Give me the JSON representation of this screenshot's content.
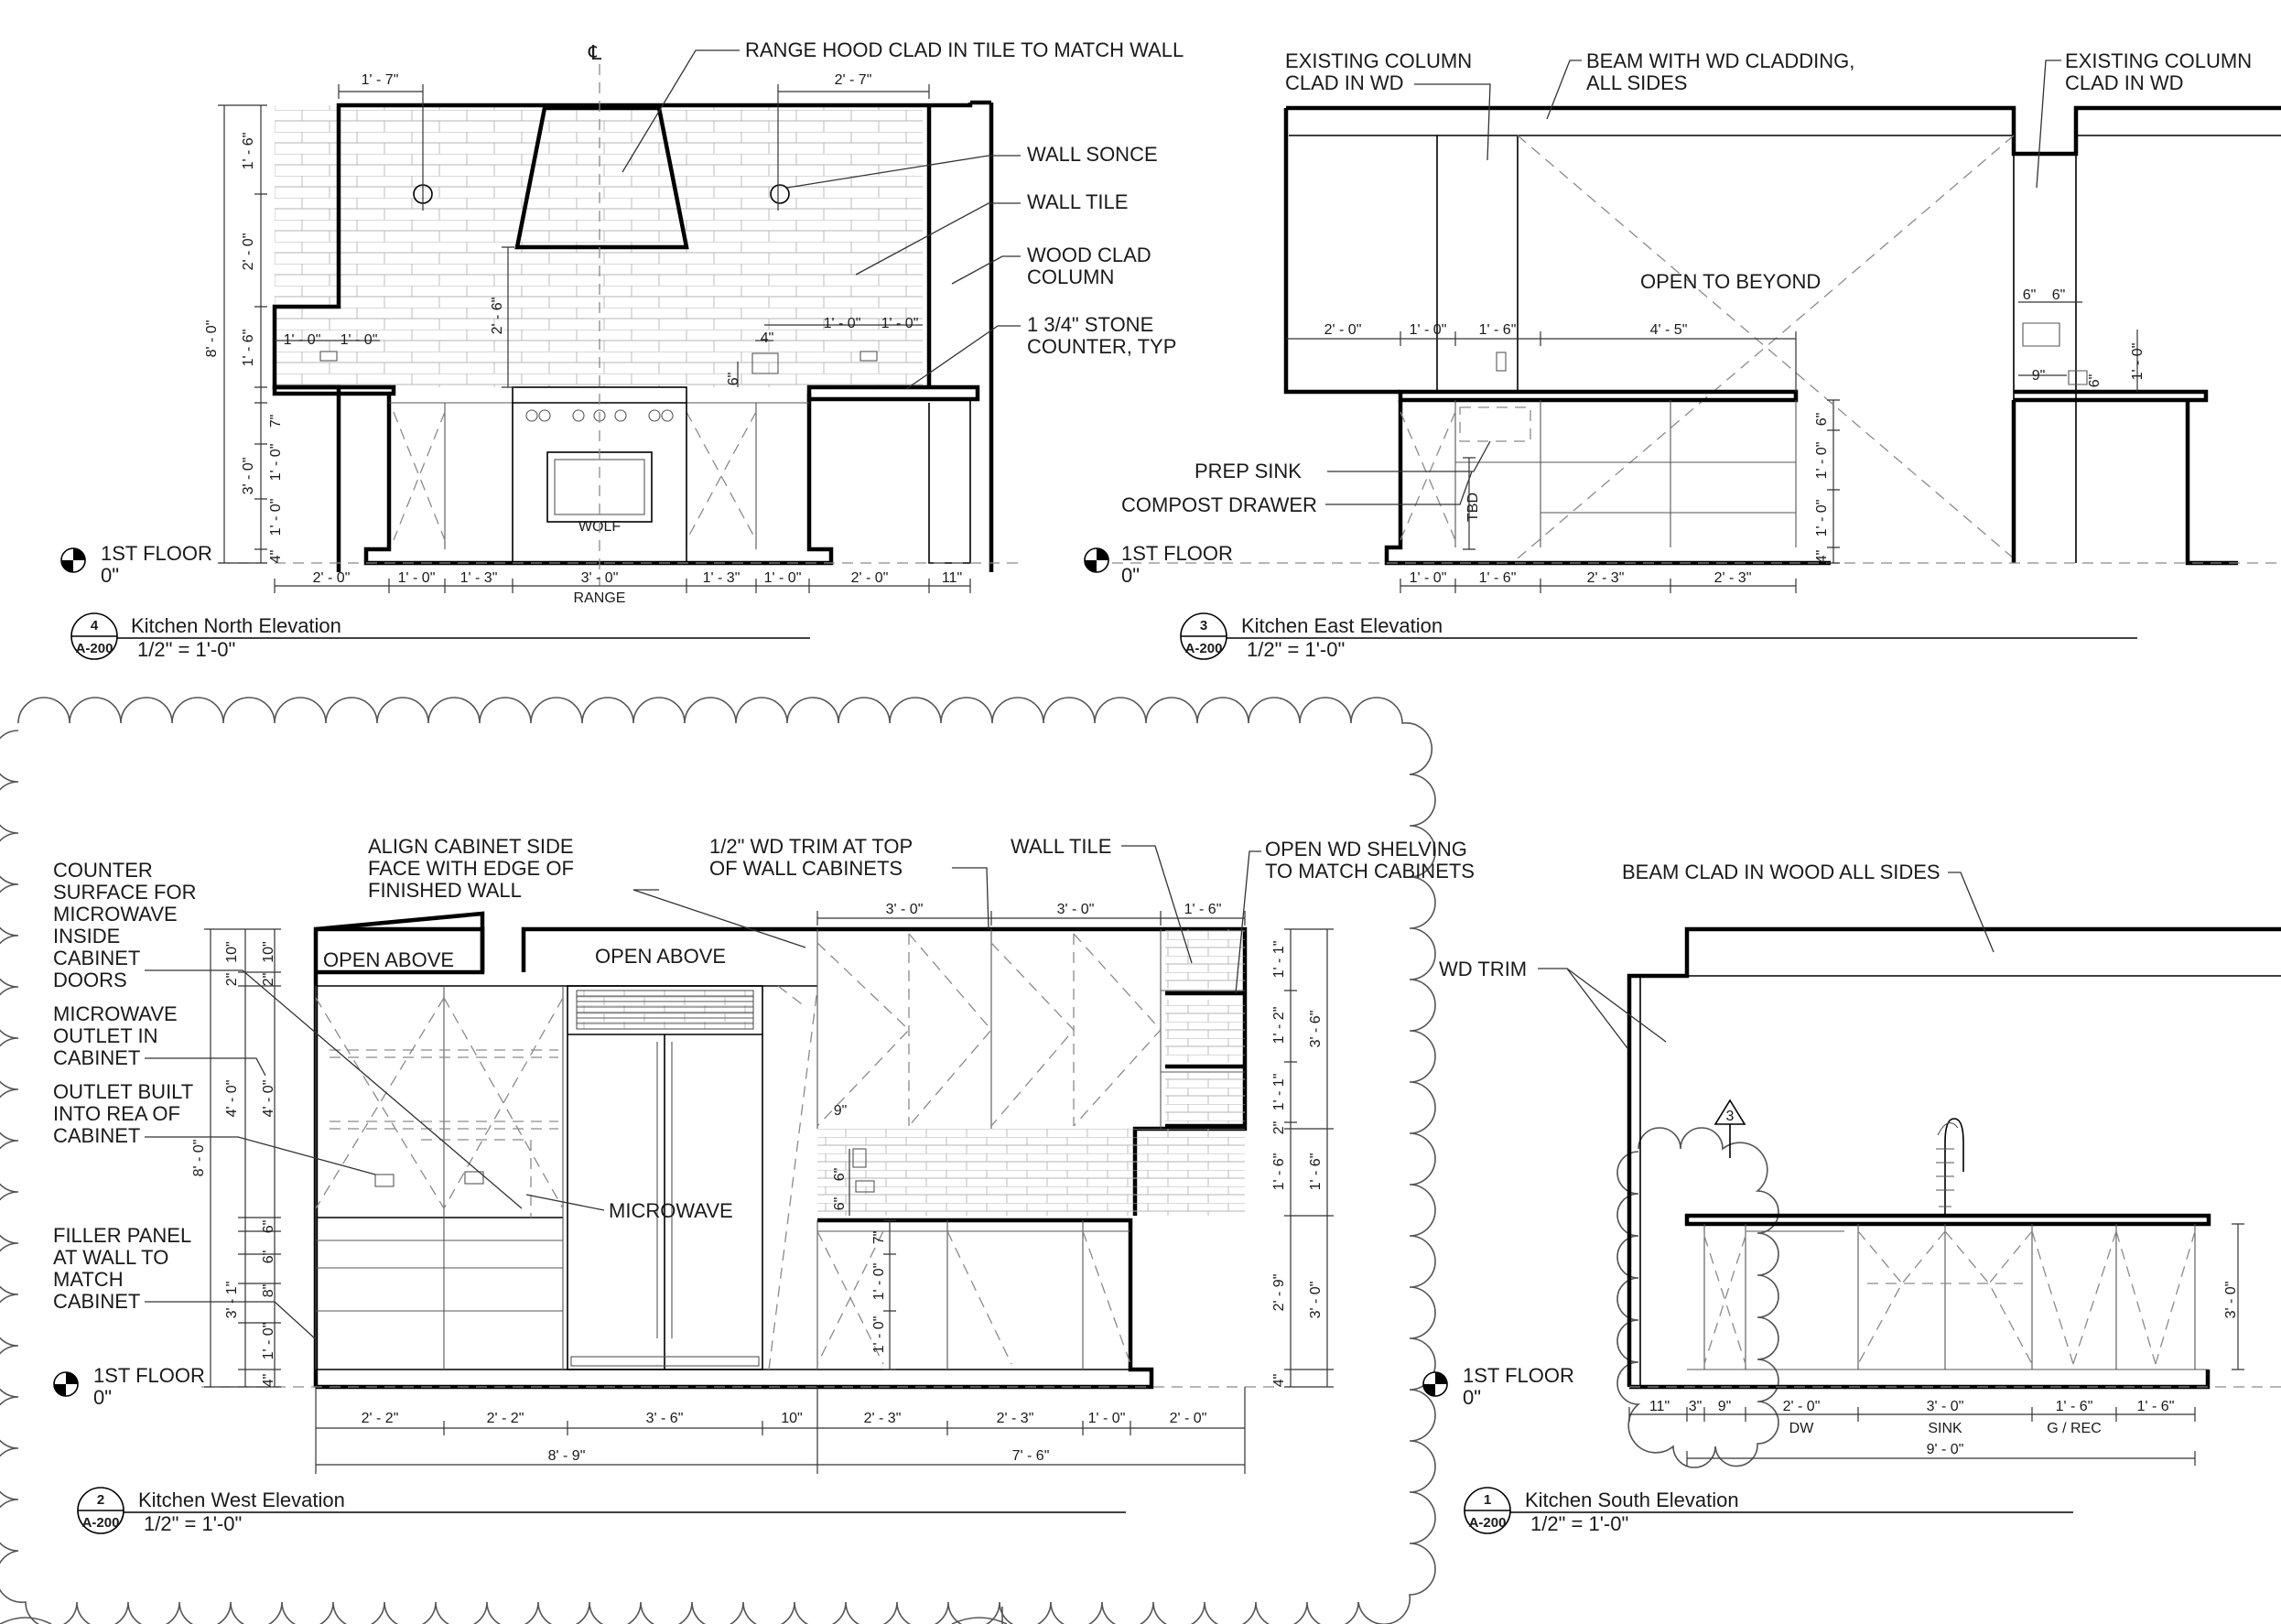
{
  "north": {
    "cl": "℄",
    "notes": [
      "RANGE HOOD CLAD IN TILE TO MATCH WALL",
      "WALL SONCE",
      "WALL TILE",
      "WOOD CLAD",
      "COLUMN",
      "1 3/4\" STONE",
      "COUNTER, TYP"
    ],
    "top_dims": [
      "1' - 7\"",
      "2' - 7\""
    ],
    "vert_dims": [
      "1' - 6\"",
      "2' - 0\"",
      "1' - 6\"",
      "8' - 0\"",
      "3' - 0\"",
      "2' - 6\"",
      "7\"",
      "1' - 0\"",
      "1' - 0\"",
      "4\""
    ],
    "mid_dims": [
      "1' - 0\"",
      "1' - 0\"",
      "1' - 0\"",
      "1' - 0\"",
      "4\"",
      "6\""
    ],
    "bottom_dims": [
      "2' - 0\"",
      "1' - 0\"",
      "1' - 3\"",
      "3' - 0\"",
      "1' - 3\"",
      "1' - 0\"",
      "2' - 0\"",
      "11\""
    ],
    "range_label": "RANGE",
    "brand": "WOLF",
    "level_name": "1ST FLOOR",
    "level_value": "0\"",
    "view_num": "4",
    "sheet": "A-200",
    "title": "Kitchen North Elevation",
    "scale": "1/2\" = 1'-0\""
  },
  "east": {
    "notes": [
      "EXISTING COLUMN",
      "CLAD IN WD",
      "BEAM WITH WD CLADDING,",
      "ALL SIDES",
      "EXISTING COLUMN",
      "CLAD IN WD",
      "OPEN TO BEYOND",
      "PREP SINK",
      "COMPOST DRAWER",
      "TBD"
    ],
    "top_dims": [
      "2' - 0\"",
      "1' - 0\"",
      "1' - 6\"",
      "4' - 5\""
    ],
    "right_dims": [
      "6\"",
      "6\"",
      "9\"",
      "6\"",
      "1' - 0\""
    ],
    "vert_dims": [
      "6\"",
      "1' - 0\"",
      "1' - 0\"",
      "4\""
    ],
    "bottom_dims": [
      "1' - 0\"",
      "1' - 6\"",
      "2' - 3\"",
      "2' - 3\""
    ],
    "level_name": "1ST FLOOR",
    "level_value": "0\"",
    "view_num": "3",
    "sheet": "A-200",
    "title": "Kitchen East Elevation",
    "scale": "1/2\" = 1'-0\""
  },
  "west": {
    "notes": [
      "COUNTER",
      "SURFACE FOR",
      "MICROWAVE",
      "INSIDE",
      "CABINET",
      "DOORS",
      "MICROWAVE",
      "OUTLET IN",
      "CABINET",
      "OUTLET BUILT",
      "INTO REA OF",
      "CABINET",
      "FILLER PANEL",
      "AT WALL TO",
      "MATCH",
      "CABINET",
      "ALIGN CABINET SIDE",
      "FACE WITH EDGE OF",
      "FINISHED WALL",
      "1/2\" WD TRIM AT TOP",
      "OF WALL CABINETS",
      "WALL TILE",
      "OPEN WD SHELVING",
      "TO MATCH CABINETS",
      "OPEN ABOVE",
      "OPEN ABOVE",
      "MICROWAVE"
    ],
    "top_dims": [
      "3' - 0\"",
      "3' - 0\"",
      "1' - 6\"",
      "9\""
    ],
    "left_dims": [
      "10\"",
      "2\"",
      "4' - 0\"",
      "8' - 0\"",
      "6\"",
      "6\"",
      "8\"",
      "3' - 1\"",
      "1' - 0\"",
      "4\"",
      "10\"",
      "2\"",
      "4' - 0\""
    ],
    "mid_dims": [
      "7\"",
      "1' - 0\"",
      "1' - 0\"",
      "6\"",
      "6\""
    ],
    "right_dims": [
      "1' - 1\"",
      "1' - 2\"",
      "1' - 1\"",
      "2\"",
      "1' - 6\"",
      "3' - 6\"",
      "1' - 6\"",
      "2' - 9\"",
      "3' - 0\"",
      "4\""
    ],
    "bottom_dims": [
      "2' - 2\"",
      "2' - 2\"",
      "3' - 6\"",
      "10\"",
      "2' - 3\"",
      "2' - 3\"",
      "1' - 0\"",
      "2' - 0\""
    ],
    "total_dims": [
      "8' - 9\"",
      "7' - 6\""
    ],
    "level_name": "1ST FLOOR",
    "level_value": "0\"",
    "view_num": "2",
    "sheet": "A-200",
    "title": "Kitchen West Elevation",
    "scale": "1/2\" = 1'-0\""
  },
  "south": {
    "notes": [
      "BEAM CLAD IN WOOD ALL SIDES",
      "WD TRIM"
    ],
    "section_tag": "3",
    "right_dims": [
      "3' - 0\""
    ],
    "bottom_dims": [
      "11\"",
      "3\"",
      "9\"",
      "2' - 0\"",
      "3' - 0\"",
      "1' - 6\"",
      "1' - 6\""
    ],
    "bottom_labels": [
      "DW",
      "SINK",
      "G / REC"
    ],
    "total_dims": [
      "9' - 0\""
    ],
    "level_name": "1ST FLOOR",
    "level_value": "0\"",
    "view_num": "1",
    "sheet": "A-200",
    "title": "Kitchen South Elevation",
    "scale": "1/2\" = 1'-0\""
  }
}
